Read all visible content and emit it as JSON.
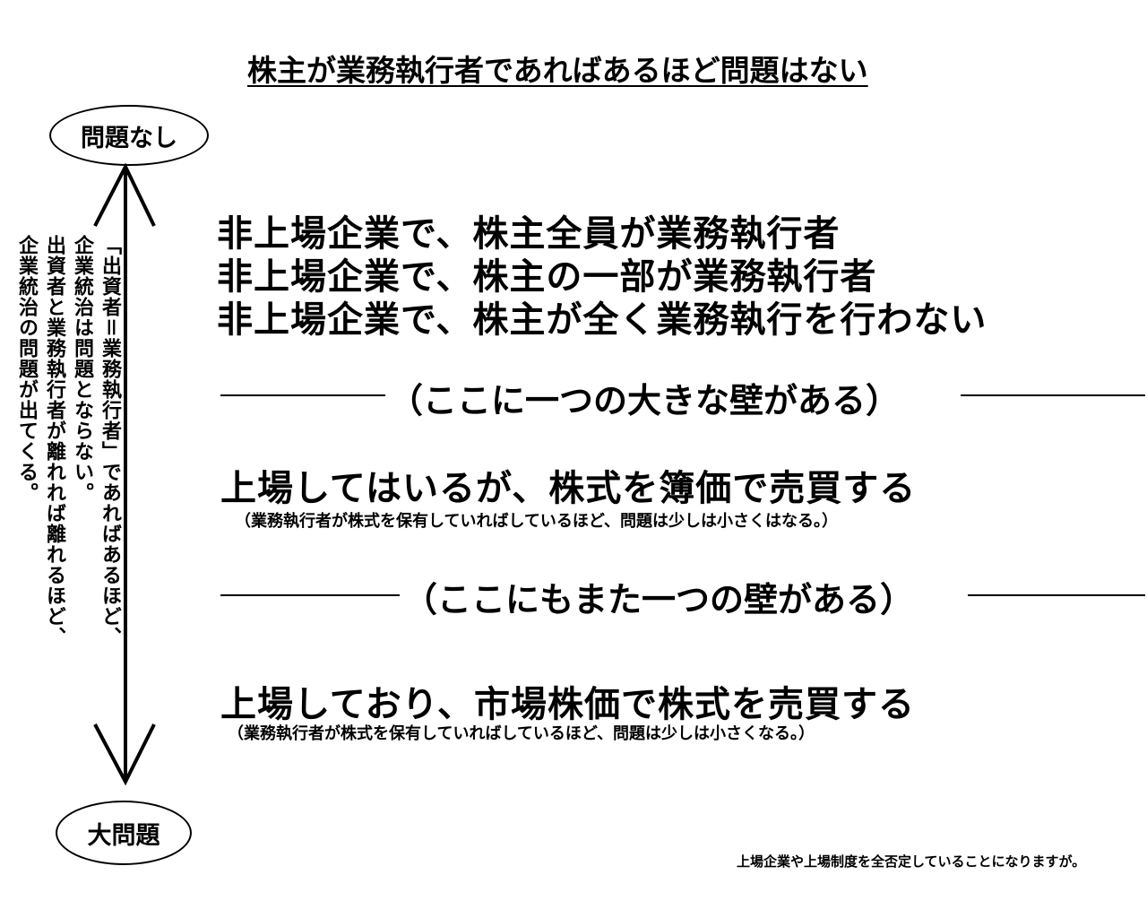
{
  "title": "株主が業務執行者であればあるほど問題はない",
  "axis": {
    "top_label": "問題なし",
    "bottom_label": "大問題",
    "side_text": "「出資者＝業務執行者」であればあるほど、\n企業統治は問題とならない。\n出資者と業務執行者が離れれば離れるほど、\n企業統治の問題が出てくる。"
  },
  "levels": {
    "line1": "非上場企業で、株主全員が業務執行者",
    "line2": "非上場企業で、株主の一部が業務執行者",
    "line3": "非上場企業で、株主が全く業務執行を行わない",
    "wall1": "（ここに一つの大きな壁がある）",
    "line4": "上場してはいるが、株式を簿価で売買する",
    "note4": "（業務執行者が株式を保有していればしているほど、問題は少しは小さくはなる。）",
    "wall2": "（ここにもまた一つの壁がある）",
    "line5": "上場しており、市場株価で株式を売買する",
    "note5": "（業務執行者が株式を保有していればしているほど、問題は少しは小さくなる。）"
  },
  "footnote": "上場企業や上場制度を全否定していることになりますが。"
}
